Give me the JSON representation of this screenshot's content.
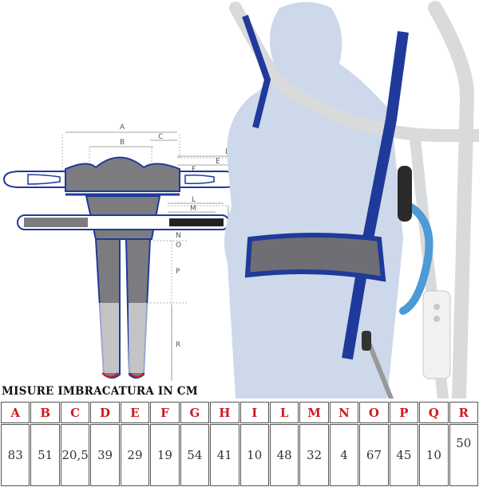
{
  "title": "MISURE IMBRACATURA IN CM",
  "columns": [
    "A",
    "B",
    "C",
    "D",
    "E",
    "F",
    "G",
    "H",
    "I",
    "L",
    "M",
    "N",
    "O",
    "P",
    "Q",
    "R"
  ],
  "values": [
    "83",
    "51",
    "20,5",
    "39",
    "29",
    "19",
    "54",
    "41",
    "10",
    "48",
    "32",
    "4",
    "67",
    "45",
    "10",
    "50"
  ],
  "colors": {
    "letter": "#d0191f",
    "sling_blue": "#1f3a9a",
    "sling_grey": "#7c7c80",
    "frame_grey": "#d9dadc"
  }
}
